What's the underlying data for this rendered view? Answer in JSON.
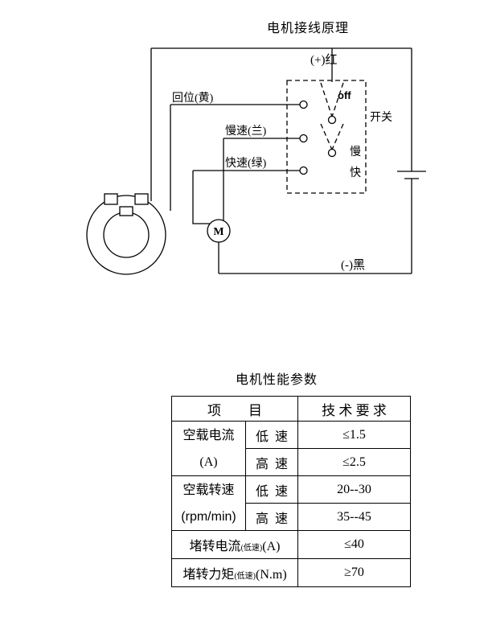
{
  "diagram": {
    "title": "电机接线原理",
    "plus_label": "(+)红",
    "minus_label": "(-)黑",
    "switch_label": "开关",
    "off_label": "off",
    "slow_label": "慢",
    "fast_label": "快",
    "return_wire_label": "回位(黄)",
    "slow_wire_label": "慢速(兰)",
    "fast_wire_label": "快速(绿)",
    "motor_label": "M"
  },
  "table": {
    "title": "电机性能参数",
    "header": {
      "item": "项        目",
      "requirement": "技 术 要 求"
    },
    "groups": [
      {
        "name": "空载电流",
        "unit": "(A)",
        "rows": [
          {
            "speed": "低  速",
            "value": "≤1.5"
          },
          {
            "speed": "高  速",
            "value": "≤2.5"
          }
        ]
      },
      {
        "name": "空载转速",
        "unit": "(rpm/min)",
        "rows": [
          {
            "speed": "低  速",
            "value": "20--30"
          },
          {
            "speed": "高  速",
            "value": "35--45"
          }
        ]
      }
    ],
    "stall_rows": [
      {
        "name": "堵转电流",
        "note": "(低速)",
        "unit": "(A)",
        "value": "≤40"
      },
      {
        "name": "堵转力矩",
        "note": "(低速)",
        "unit": "(N.m)",
        "value": "≥70"
      }
    ]
  }
}
